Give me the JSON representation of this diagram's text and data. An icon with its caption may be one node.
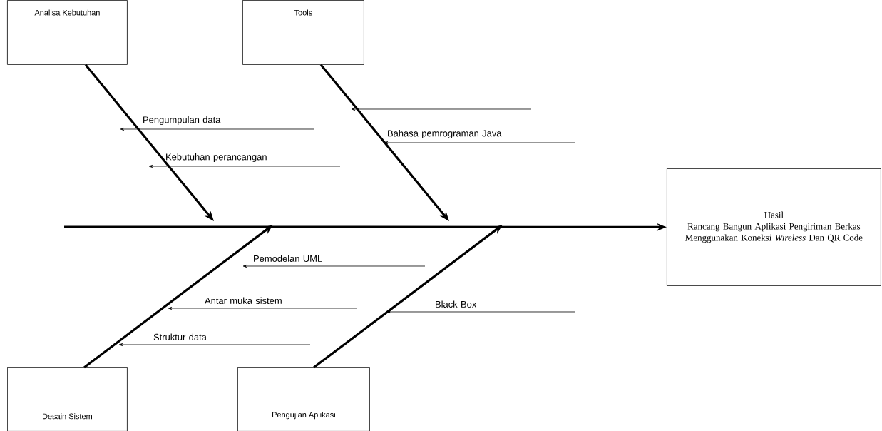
{
  "diagram": {
    "nodes": [
      {
        "text": [
          "Analisa Kebutuhan"
        ]
      },
      {
        "text": [
          "Tools"
        ]
      },
      {
        "text": [
          "Desain Sistem"
        ]
      },
      {
        "text": [
          "Pengujian Aplikasi"
        ]
      },
      {
        "text": [
          "Hasil",
          "Rancang Bangun Aplikasi Pengiriman Berkas Menggunakan Koneksi *Wireless* Dan QR Code"
        ]
      },
      {
        "text": [
          "Pengumpulan data"
        ]
      },
      {
        "text": [
          "Kebutuhan perancangan"
        ]
      },
      {
        "text": [
          "Bahasa pemrograman Java"
        ]
      },
      {
        "text": [
          "Pemodelan UML"
        ]
      },
      {
        "text": [
          "Antar muka sistem"
        ]
      },
      {
        "text": [
          "Struktur data"
        ]
      },
      {
        "text": [
          "Black Box"
        ]
      }
    ],
    "edges": [
      {
        "from": null,
        "to": 4,
        "arrow": "to",
        "style": "thick"
      },
      {
        "from": 0,
        "to": null,
        "arrow": "to",
        "style": "thick"
      },
      {
        "from": 1,
        "to": null,
        "arrow": "to",
        "style": "thick"
      },
      {
        "from": 2,
        "to": null,
        "arrow": "to",
        "style": "thick"
      },
      {
        "from": 3,
        "to": null,
        "arrow": "to",
        "style": "thick"
      },
      {
        "from": null,
        "to": 5,
        "arrow": "to"
      },
      {
        "from": null,
        "to": 6,
        "arrow": "to"
      },
      {
        "from": null,
        "to": 7,
        "arrow": "to"
      },
      {
        "from": null,
        "to": 8,
        "arrow": "to"
      },
      {
        "from": null,
        "to": 9,
        "arrow": "to"
      },
      {
        "from": null,
        "to": 10,
        "arrow": "to"
      },
      {
        "from": null,
        "to": 11,
        "arrow": "to"
      }
    ]
  }
}
